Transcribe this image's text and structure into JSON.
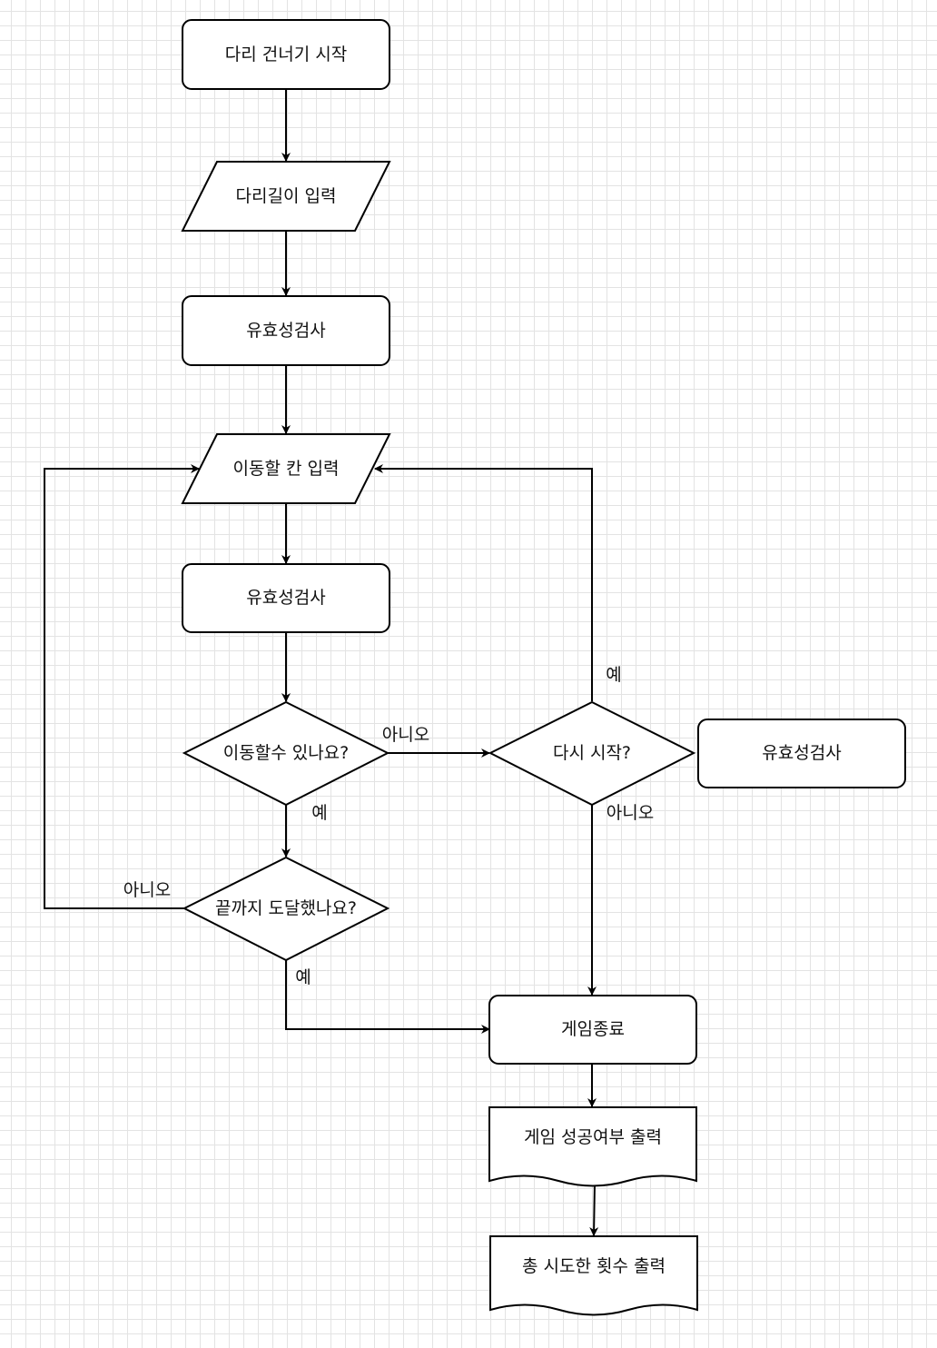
{
  "nodes": {
    "start": "다리 건너기 시작",
    "input_length": "다리길이 입력",
    "validate_1": "유효성검사",
    "input_move": "이동할 칸 입력",
    "validate_2": "유효성검사",
    "can_move": "이동할수 있나요?",
    "retry": "다시 시작?",
    "validate_3": "유효성검사",
    "reached_end": "끝까지 도달했나요?",
    "game_end": "게임종료",
    "print_result": "게임 성공여부 출력",
    "print_attempts": "총 시도한 횟수 출력"
  },
  "edge_labels": {
    "can_move_no": "아니오",
    "can_move_yes": "예",
    "retry_yes": "예",
    "retry_no": "아니오",
    "reached_no": "아니오",
    "reached_yes": "예"
  }
}
